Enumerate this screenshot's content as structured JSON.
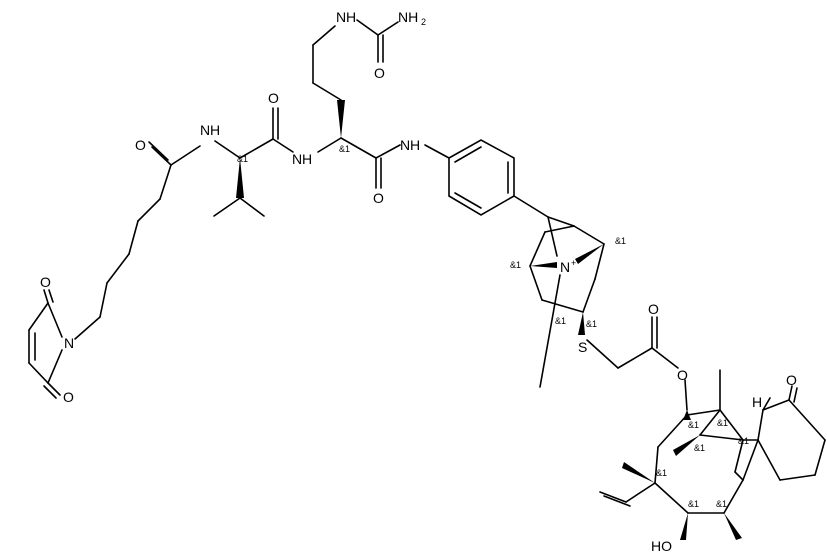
{
  "atoms": {
    "o_maleimide_top": "O",
    "o_maleimide_bottom": "O",
    "n_maleimide": "N",
    "o_hexanoyl": "O",
    "nh_valine": "N",
    "h_valine": "H",
    "o_valine": "O",
    "nh_citrulline": "N",
    "h_citrulline": "H",
    "nh_urea": "N",
    "h_urea": "H",
    "nh2_urea": "NH",
    "sub_2": "2",
    "o_urea": "O",
    "o_citrulline": "O",
    "nh_anilide": "N",
    "h_anilide": "H",
    "n_quaternary": "N",
    "charge_plus": "+",
    "s_thioether": "S",
    "o_ester_carbonyl": "O",
    "o_ester": "O",
    "o_ketone": "O",
    "h_bridgehead": "H",
    "ho_hydroxyl": "HO"
  },
  "stereo_label": "&1"
}
